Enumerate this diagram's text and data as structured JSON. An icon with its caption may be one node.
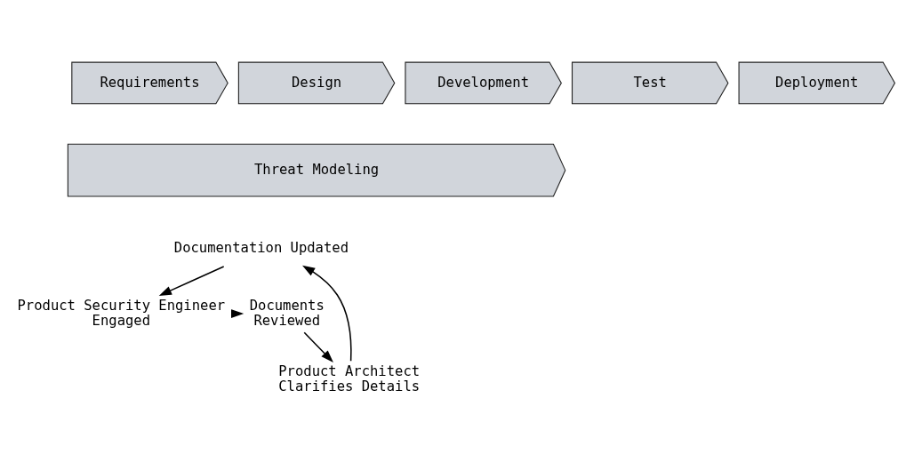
{
  "diagram": {
    "nodes": [
      {
        "text": [
          "Requirements"
        ]
      },
      {
        "text": [
          "Design"
        ]
      },
      {
        "text": [
          "Development"
        ]
      },
      {
        "text": [
          "Test"
        ]
      },
      {
        "text": [
          "Deployment"
        ]
      },
      {
        "text": [
          "Threat Modeling"
        ]
      },
      {
        "text": [
          "Documentation Updated"
        ]
      },
      {
        "text": [
          "Product Security Engineer Engaged"
        ]
      },
      {
        "text": [
          "Documents Reviewed"
        ]
      },
      {
        "text": [
          "Product Architect Clarifies Details"
        ]
      }
    ],
    "edges": [
      {
        "from": 6,
        "to": 7,
        "arrow": "to"
      },
      {
        "from": 7,
        "to": 8,
        "arrow": "to"
      },
      {
        "from": 8,
        "to": 9,
        "arrow": "to"
      },
      {
        "from": 9,
        "to": 6,
        "arrow": "to"
      }
    ]
  }
}
